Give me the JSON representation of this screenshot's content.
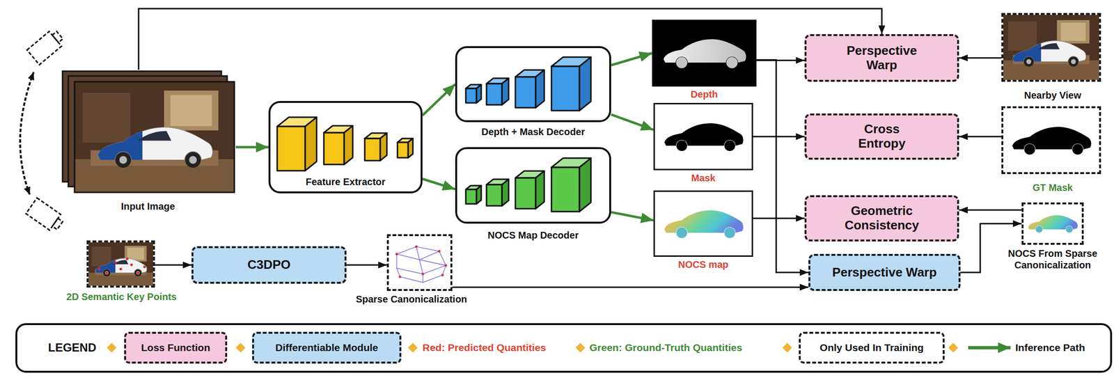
{
  "diagram": {
    "nodes": [
      {
        "text": [
          "Input Image"
        ]
      },
      {
        "text": [
          "Feature Extractor"
        ]
      },
      {
        "text": [
          "Depth + Mask Decoder"
        ]
      },
      {
        "text": [
          "NOCS Map Decoder"
        ]
      },
      {
        "text": [
          "Depth"
        ]
      },
      {
        "text": [
          "Mask"
        ]
      },
      {
        "text": [
          "NOCS map"
        ]
      },
      {
        "text": [
          "Perspective Warp"
        ]
      },
      {
        "text": [
          "Cross Entropy"
        ]
      },
      {
        "text": [
          "Geometric Consistency"
        ]
      },
      {
        "text": [
          "Perspective Warp"
        ]
      },
      {
        "text": [
          "Nearby View"
        ]
      },
      {
        "text": [
          "GT Mask"
        ]
      },
      {
        "text": [
          "NOCS From Sparse Canonicalization"
        ]
      },
      {
        "text": [
          "2D Semantic Key Points"
        ]
      },
      {
        "text": [
          "C3DPO"
        ]
      },
      {
        "text": [
          "Sparse Canonicalization"
        ]
      }
    ],
    "edges": [
      {
        "from": 0,
        "to": 1,
        "arrow": "to"
      },
      {
        "from": 0,
        "to": 7,
        "arrow": "to"
      },
      {
        "from": 1,
        "to": 2,
        "arrow": "to"
      },
      {
        "from": 1,
        "to": 3,
        "arrow": "to"
      },
      {
        "from": 2,
        "to": 4,
        "arrow": "to"
      },
      {
        "from": 2,
        "to": 5,
        "arrow": "to"
      },
      {
        "from": 3,
        "to": 6,
        "arrow": "to"
      },
      {
        "from": 4,
        "to": 7,
        "arrow": "to"
      },
      {
        "from": 4,
        "to": 10,
        "arrow": "to"
      },
      {
        "from": 5,
        "to": 8,
        "arrow": "to"
      },
      {
        "from": 6,
        "to": 9,
        "arrow": "to"
      },
      {
        "from": 11,
        "to": 7,
        "arrow": "to"
      },
      {
        "from": 12,
        "to": 8,
        "arrow": "to"
      },
      {
        "from": 13,
        "to": 9,
        "arrow": "to"
      },
      {
        "from": 10,
        "to": 13,
        "arrow": "to"
      },
      {
        "from": 14,
        "to": 15,
        "arrow": "to"
      },
      {
        "from": 15,
        "to": 16,
        "arrow": "to"
      },
      {
        "from": 16,
        "to": 10,
        "arrow": "to"
      }
    ],
    "labels": [
      "LEGEND"
    ],
    "legend": [
      {
        "text": "Loss Function",
        "color": "#f6c8dd"
      },
      {
        "text": "Differentiable Module",
        "color": "#b9dcf4"
      },
      {
        "text": "Red: Predicted Quantities"
      },
      {
        "text": "Green: Ground-Truth Quantities"
      },
      {
        "text": "Only Used In Training"
      },
      {
        "text": "Inference Path"
      }
    ]
  }
}
